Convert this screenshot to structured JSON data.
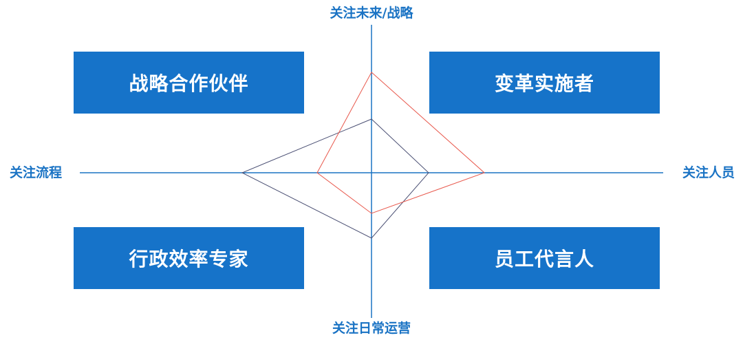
{
  "axes": {
    "top": "关注未来/战略",
    "bottom": "关注日常运营",
    "left": "关注流程",
    "right": "关注人员"
  },
  "quadrants": {
    "top_left": "战略合作伙伴",
    "top_right": "变革实施者",
    "bottom_left": "行政效率专家",
    "bottom_right": "员工代言人"
  },
  "colors": {
    "axis": "#1a73c4",
    "box_fill": "#1673c9",
    "box_text": "#ffffff",
    "polygon_red": "#e8584c",
    "polygon_dark": "#4a4f73"
  }
}
